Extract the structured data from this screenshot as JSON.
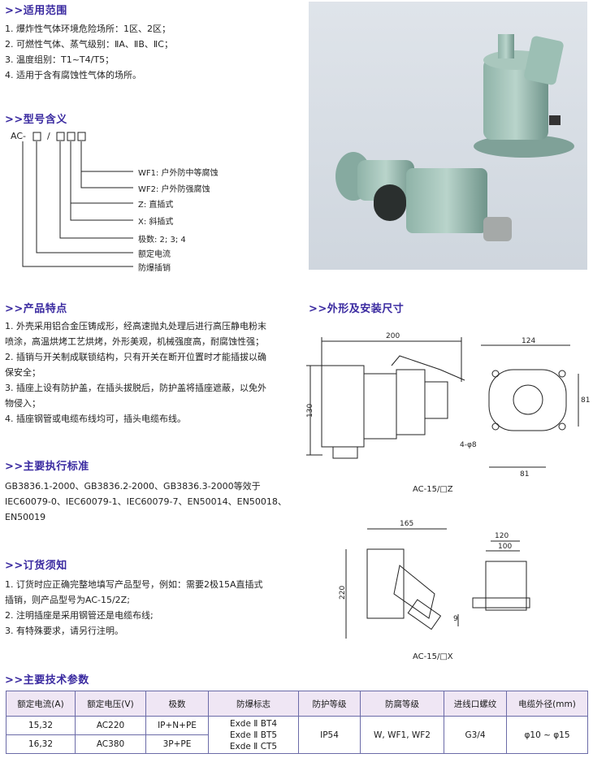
{
  "scope": {
    "title": ">>适用范围",
    "items": [
      "1. 爆炸性气体环境危险场所：1区、2区；",
      "2. 可燃性气体、蒸气级别：ⅡA、ⅡB、ⅡC；",
      "3. 温度组别：T1~T4/T5；",
      "4. 适用于含有腐蚀性气体的场所。"
    ]
  },
  "model": {
    "title": ">>型号含义",
    "code_prefix": "AC-",
    "code_slash": "/",
    "labels": [
      "WF1:  户外防中等腐蚀",
      "WF2:  户外防强腐蚀",
      "Z:  直插式",
      "X:  斜插式",
      "极数:  2;  3;  4",
      "额定电流",
      "防爆插销"
    ]
  },
  "features": {
    "title": ">>产品特点",
    "items": [
      "1. 外壳采用铝合金压铸成形，经高速抛丸处理后进行高压静电粉末",
      "    喷涂，高温烘烤工艺烘烤，外形美观，机械强度高，耐腐蚀性强；",
      "2. 插销与开关制成联锁结构，只有开关在断开位置时才能插拔以确",
      "    保安全；",
      "3. 插座上设有防护盖，在插头拔脱后，防护盖将插座遮蔽，以免外",
      "    物侵入；",
      "4. 插座钢管或电缆布线均可，插头电缆布线。"
    ]
  },
  "standards": {
    "title": ">>主要执行标准",
    "lines": [
      "GB3836.1-2000、GB3836.2-2000、GB3836.3-2000等效于",
      "IEC60079-0、IEC60079-1、IEC60079-7、EN50014、EN50018、",
      "EN50019"
    ]
  },
  "order": {
    "title": ">>订货须知",
    "items": [
      "1. 订货时应正确完整地填写产品型号，例如：需要2极15A直插式",
      "    插销，则产品型号为AC-15/2Z;",
      "2. 注明插座是采用钢管还是电缆布线;",
      "3. 有特殊要求，请另行注明。"
    ]
  },
  "dimensions": {
    "title": ">>外形及安装尺寸",
    "z": {
      "caption": "AC-15/□Z",
      "d200": "200",
      "d130": "130",
      "d124": "124",
      "d81a": "81",
      "d81b": "81",
      "holes": "4-φ8"
    },
    "x": {
      "caption": "AC-15/□X",
      "d165": "165",
      "d220": "220",
      "d120": "120",
      "d100": "100",
      "d9": "9"
    }
  },
  "specs": {
    "title": ">>主要技术参数",
    "headers": [
      "额定电流(A)",
      "额定电压(V)",
      "极数",
      "防爆标志",
      "防护等级",
      "防腐等级",
      "进线口螺纹",
      "电缆外径(mm)"
    ],
    "rows": [
      [
        "15,32",
        "AC220",
        "IP+N+PE"
      ],
      [
        "16,32",
        "AC380",
        "3P+PE"
      ]
    ],
    "explosion_marks": [
      "Exde  Ⅱ BT4",
      "Exde  Ⅱ BT5",
      "Exde  Ⅱ CT5"
    ],
    "protection": "IP54",
    "anticorrosion": "W, WF1, WF2",
    "thread": "G3/4",
    "cable": "φ10 ~ φ15"
  }
}
